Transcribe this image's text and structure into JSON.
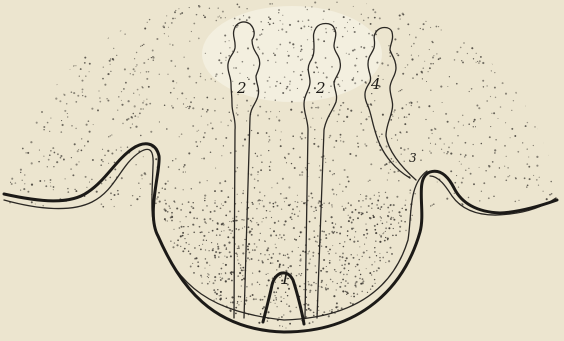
{
  "figure": {
    "labels": {
      "base_label": "1",
      "left_stalk_label": "2",
      "middle_stalk_label": "2",
      "small_hook_label": "3",
      "right_stalk_label": "4"
    },
    "colors": {
      "paper": "#ece5cf",
      "ink": "#1c1a17",
      "stipple": "#3a3630",
      "bright_patch": "#f7f3e6"
    }
  }
}
